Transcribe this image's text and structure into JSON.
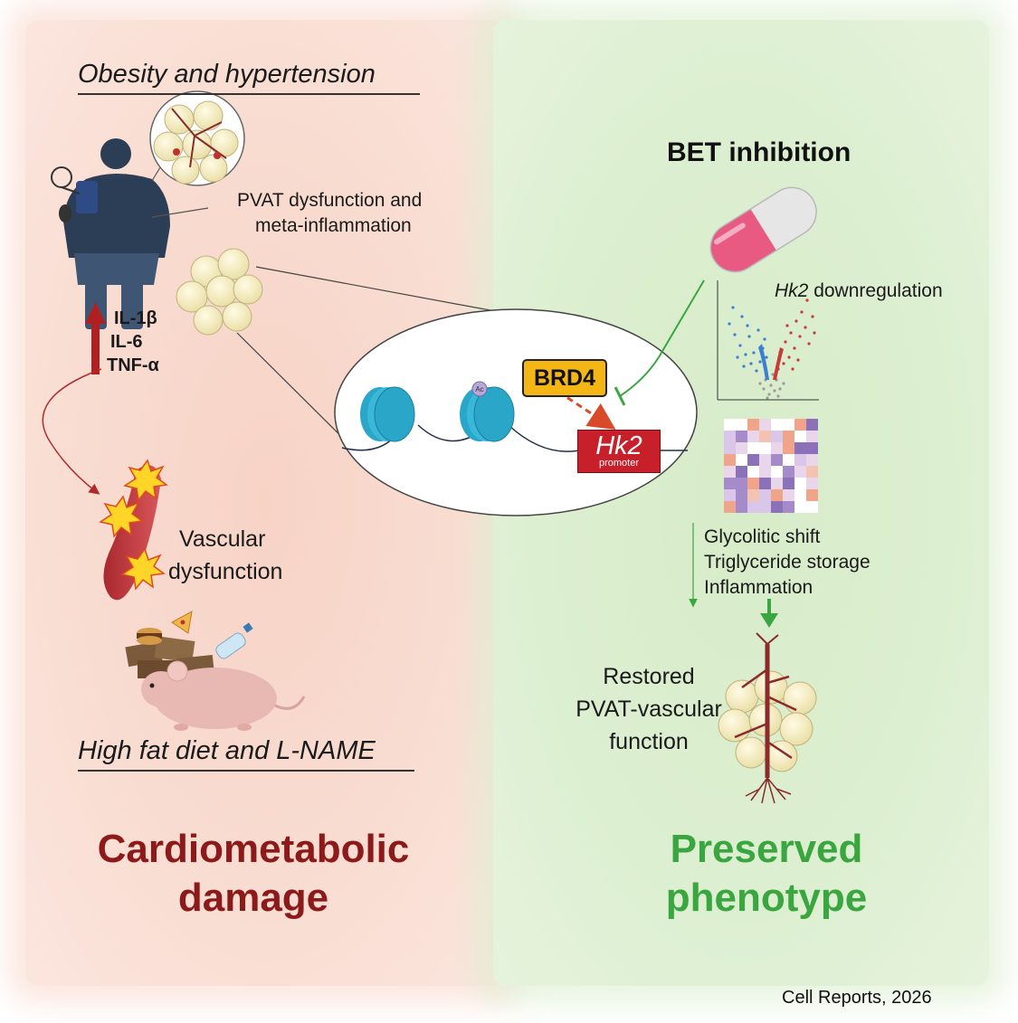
{
  "left": {
    "top_heading": "Obesity and hypertension",
    "pvat_label": [
      "PVAT dysfunction and",
      "meta-inflammation"
    ],
    "cytokines": [
      "IL-1β",
      "IL-6",
      "TNF-α"
    ],
    "vascular_label": [
      "Vascular",
      "dysfunction"
    ],
    "bottom_heading": "High fat diet and L-NAME",
    "outcome": [
      "Cardiometabolic",
      "damage"
    ]
  },
  "center": {
    "brd4": "BRD4",
    "ac_mark": "Ac",
    "gene": "Hk2",
    "promoter": "promoter"
  },
  "right": {
    "bet_title": "BET inhibition",
    "hk2_gene": "Hk2",
    "hk2_text": " downregulation",
    "effects": [
      "Glycolitic shift",
      "Triglyceride storage",
      "Inflammation"
    ],
    "restored": [
      "Restored",
      "PVAT-vascular",
      "function"
    ],
    "outcome": [
      "Preserved",
      "phenotype"
    ]
  },
  "credit": "Cell Reports, 2026",
  "colors": {
    "outcome_red": "#8c1a1a",
    "outcome_green": "#3aa640",
    "brd4_fill": "#f3b614",
    "hk2_fill": "#c8202a",
    "nucleosome": "#2aa6c8"
  }
}
